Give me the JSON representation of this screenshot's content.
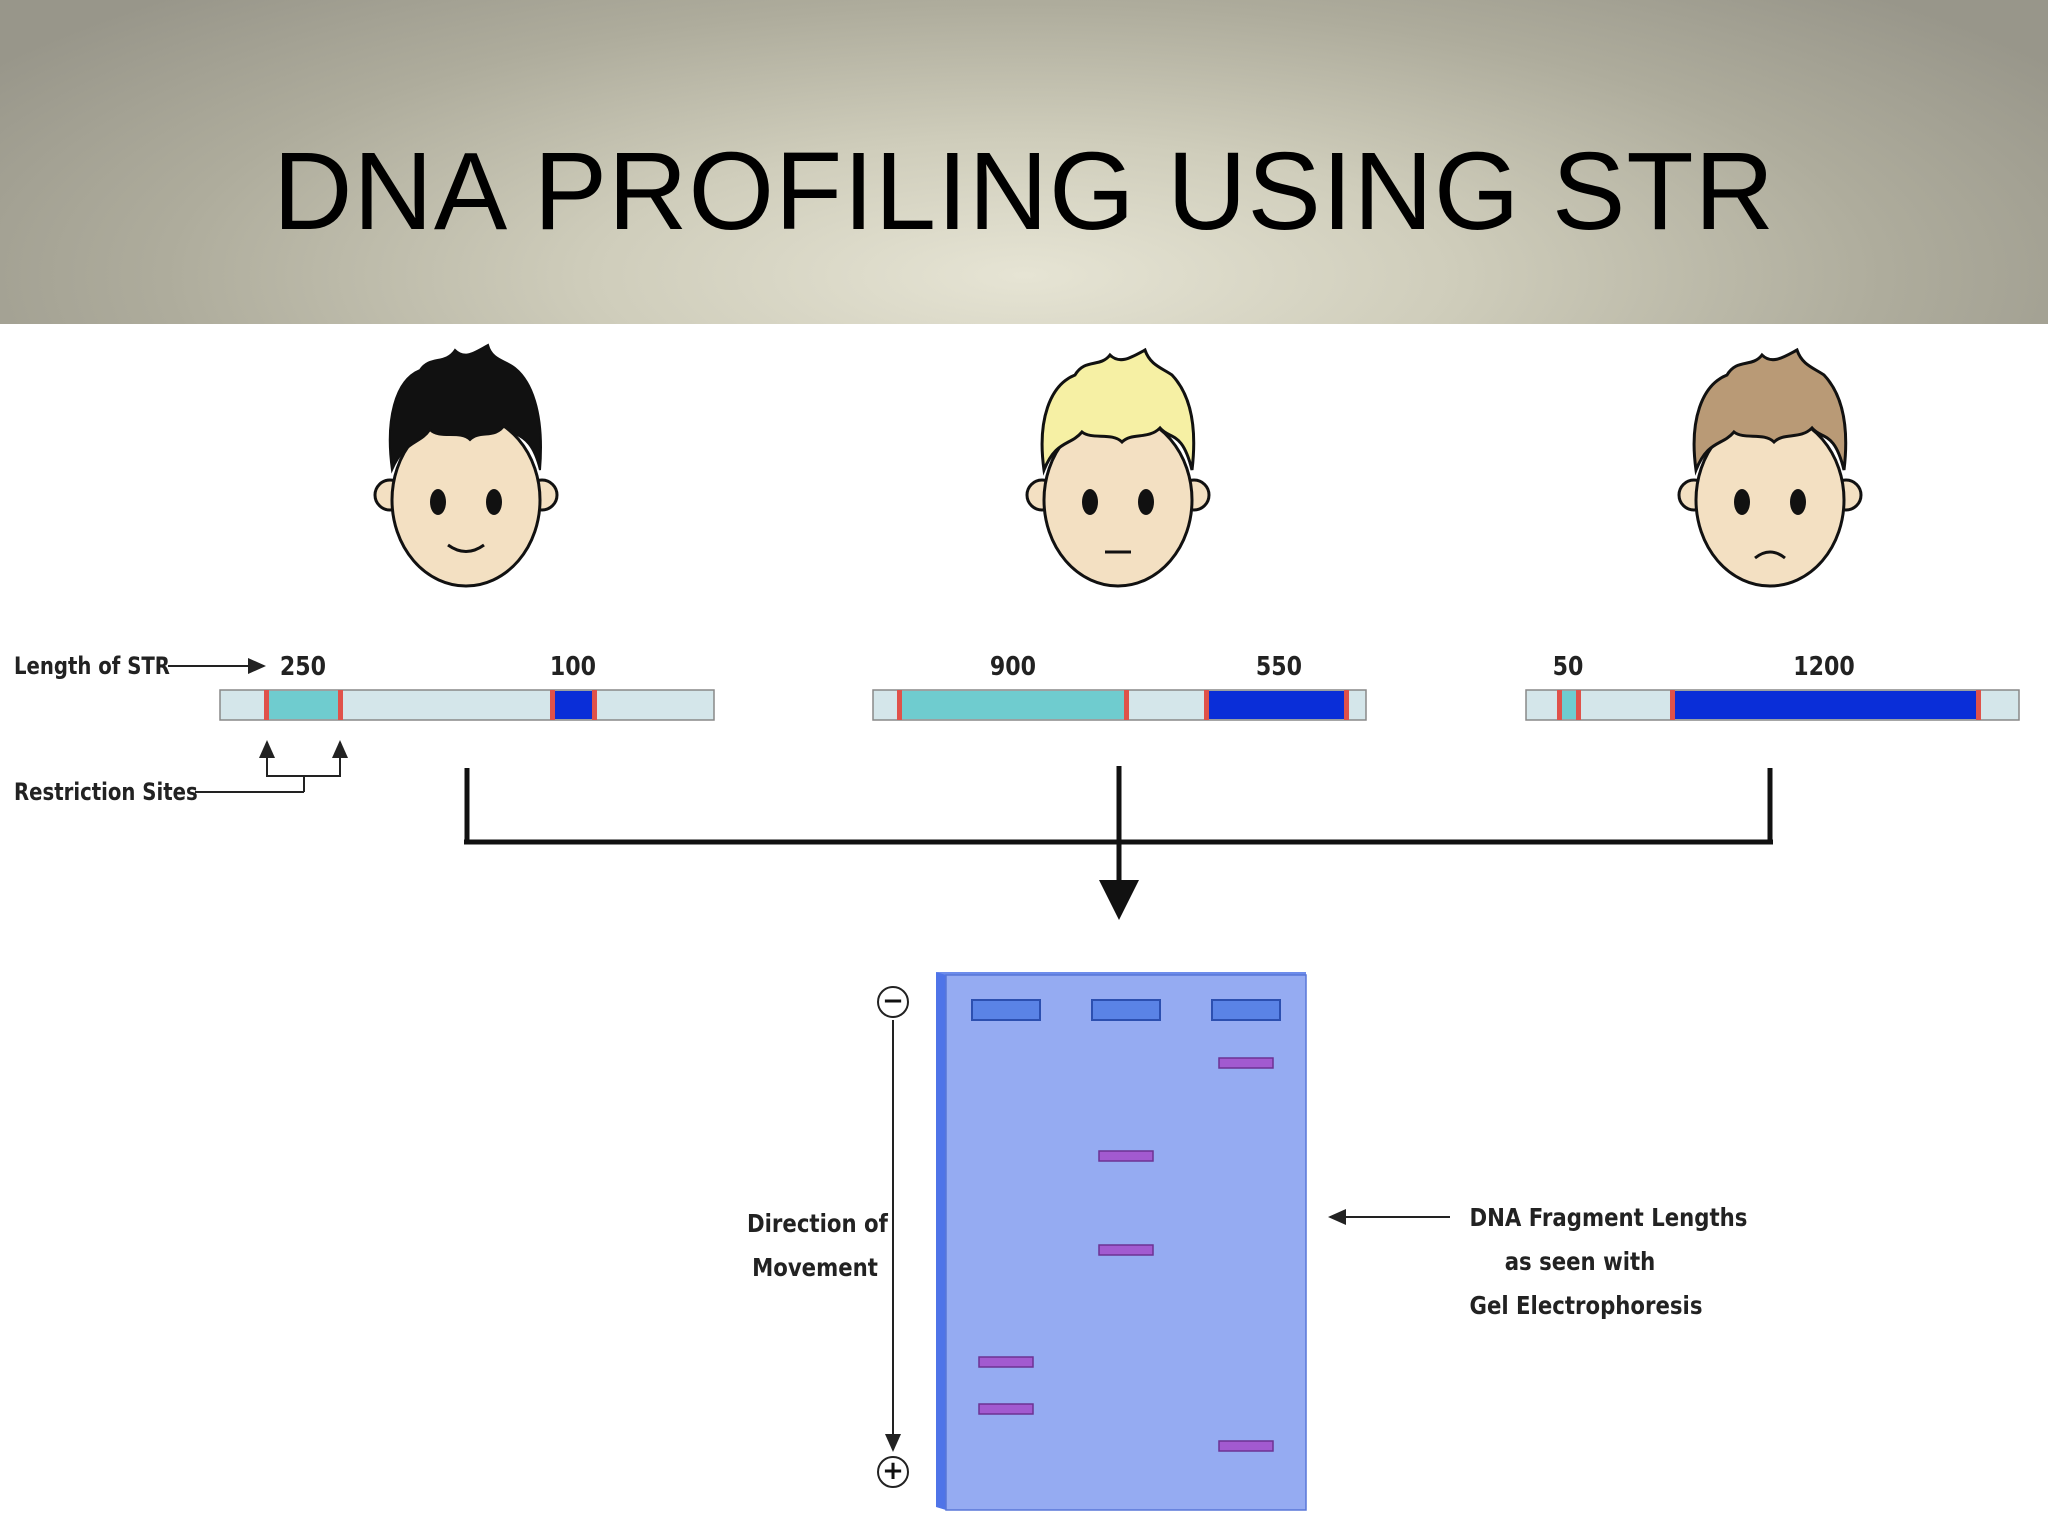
{
  "slide": {
    "title": "DNA PROFILING USING STR"
  },
  "labels": {
    "length_of_str": "Length of STR",
    "restriction_sites": "Restriction Sites",
    "direction_line1": "Direction of",
    "direction_line2": "Movement",
    "fragment_line1": "DNA Fragment Lengths",
    "fragment_line2": "as seen with",
    "fragment_line3": "Gel Electrophoresis",
    "minus": "−",
    "plus": "+"
  },
  "people": [
    {
      "name": "person-black-hair",
      "hair_color": "#111111",
      "expression": "smile",
      "str_lengths": [
        "250",
        "100"
      ]
    },
    {
      "name": "person-blonde-hair",
      "hair_color": "#f6f0a4",
      "expression": "neutral",
      "str_lengths": [
        "900",
        "550"
      ]
    },
    {
      "name": "person-brown-hair",
      "hair_color": "#b99a76",
      "expression": "frown",
      "str_lengths": [
        "50",
        "1200"
      ]
    }
  ],
  "colors": {
    "strand_base": "#d4e6ea",
    "str_light": "#6fcccf",
    "str_dark": "#0a2ed8",
    "restriction_site": "#e0524a",
    "gel": "#95abf2",
    "gel_side": "#4f74e8",
    "well": "#4f7be6",
    "band": "#a25ad0",
    "skin": "#f3e0c2"
  }
}
